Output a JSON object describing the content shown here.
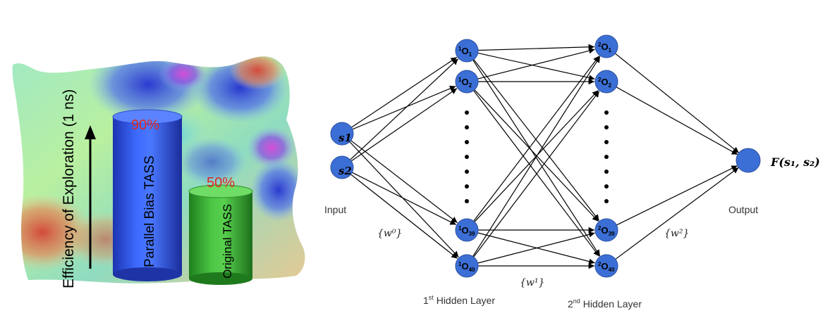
{
  "left": {
    "axis_label": "Efficiency of Exploration (1 ns)",
    "bars": [
      {
        "label": "Parallel Bias TASS",
        "value_text": "90%",
        "value": 90,
        "color": "#2a4fe0"
      },
      {
        "label": "Original TASS",
        "value_text": "50%",
        "value": 50,
        "color": "#33a52f"
      }
    ],
    "value_color": "#e0281e"
  },
  "network": {
    "input_label": "Input",
    "output_label": "Output",
    "inputs": [
      "s1",
      "s2"
    ],
    "layer1": {
      "caption_prefix": "1",
      "caption_suffix": "st",
      "caption_rest": " Hidden Layer",
      "nodes": [
        {
          "pre": "1",
          "main": "O",
          "sub": "1"
        },
        {
          "pre": "1",
          "main": "O",
          "sub": "2"
        },
        {
          "pre": "1",
          "main": "O",
          "sub": "39"
        },
        {
          "pre": "1",
          "main": "O",
          "sub": "40"
        }
      ]
    },
    "layer2": {
      "caption_prefix": "2",
      "caption_suffix": "nd",
      "caption_rest": " Hidden Layer",
      "nodes": [
        {
          "pre": "2",
          "main": "O",
          "sub": "1"
        },
        {
          "pre": "2",
          "main": "O",
          "sub": "2"
        },
        {
          "pre": "2",
          "main": "O",
          "sub": "39"
        },
        {
          "pre": "2",
          "main": "O",
          "sub": "40"
        }
      ]
    },
    "weights": {
      "w0": "{w⁰}",
      "w1": "{w¹}",
      "w2": "{w²}"
    },
    "output_fn": "F(s₁, s₂)",
    "node_color": "#3b6fd6",
    "node_stroke": "#2c4f9e"
  }
}
